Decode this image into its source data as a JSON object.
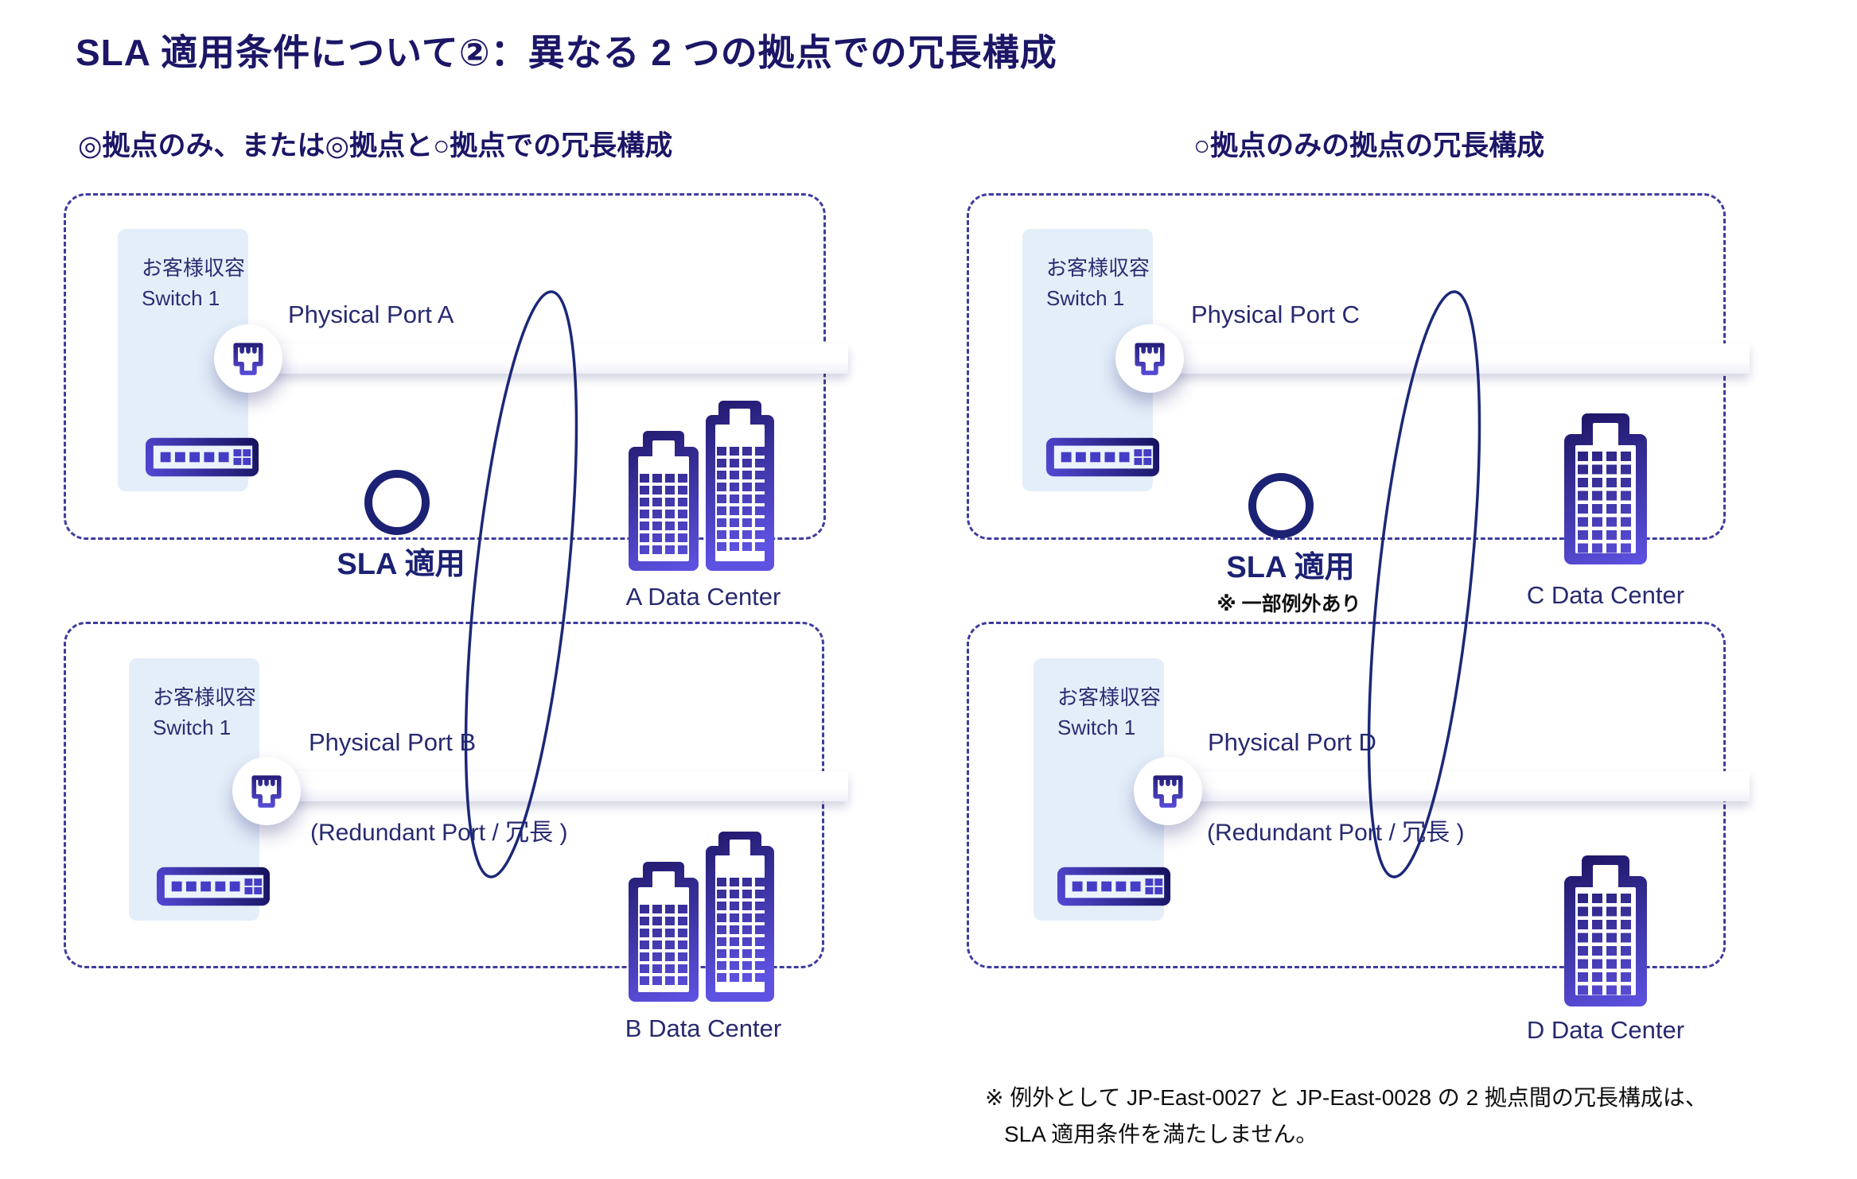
{
  "title": "SLA 適用条件について②：異なる 2 つの拠点での冗長構成",
  "footnote": {
    "line1": "※ 例外として JP-East-0027 と JP-East-0028 の 2 拠点間の冗長構成は、",
    "line2": "SLA 適用条件を満たしません。"
  },
  "left": {
    "subtitle": "◎拠点のみ、または◎拠点と○拠点での冗長構成",
    "sla": {
      "label": "SLA 適用"
    },
    "top_site": {
      "customer_line1": "お客様収容",
      "customer_line2": "Switch 1",
      "port_label": "Physical Port A",
      "datacenter_label": "A Data Center"
    },
    "bottom_site": {
      "customer_line1": "お客様収容",
      "customer_line2": "Switch 1",
      "port_label": "Physical Port B",
      "redundant_label": "(Redundant Port / 冗長 )",
      "datacenter_label": "B Data Center"
    }
  },
  "right": {
    "subtitle": "○拠点のみの拠点の冗長構成",
    "sla": {
      "label": "SLA 適用",
      "note": "※ 一部例外あり"
    },
    "top_site": {
      "customer_line1": "お客様収容",
      "customer_line2": "Switch 1",
      "port_label": "Physical Port C",
      "datacenter_label": "C Data Center"
    },
    "bottom_site": {
      "customer_line1": "お客様収容",
      "customer_line2": "Switch 1",
      "port_label": "Physical Port D",
      "redundant_label": "(Redundant Port / 冗長 )",
      "datacenter_label": "D Data Center"
    }
  },
  "icons": {
    "port": "ethernet-port-icon",
    "switch": "network-switch-icon",
    "building": "datacenter-building-icon"
  },
  "colors": {
    "title_navy": "#1b1666",
    "label_navy": "#272a6f",
    "sla_navy": "#1b2173",
    "ellipse_navy": "#1b2878",
    "dash_border": "#3e3c9e",
    "panel_blue": "#e4eef9",
    "icon_dark": "#161058",
    "icon_bright": "#5e52e2",
    "note_black": "#0f0f0f"
  }
}
